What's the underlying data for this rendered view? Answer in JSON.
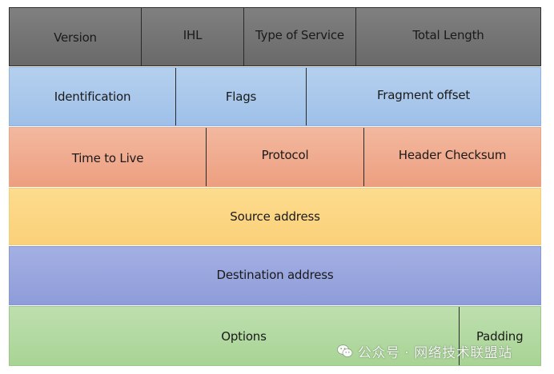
{
  "rows": [
    {
      "fields": [
        "Version",
        "IHL",
        "Type of Service",
        "Total Length"
      ],
      "color": "#7a7a7a"
    },
    {
      "fields": [
        "Identification",
        "Flags",
        "Fragment offset"
      ],
      "color": "#a8c6ea"
    },
    {
      "fields": [
        "Time to Live",
        "Protocol",
        "Header Checksum"
      ],
      "color": "#f0ab8e"
    },
    {
      "fields": [
        "Source address"
      ],
      "color": "#fbd683"
    },
    {
      "fields": [
        "Destination address"
      ],
      "color": "#99a6de"
    },
    {
      "fields": [
        "Options",
        "Padding"
      ],
      "color": "#b3d9a1"
    }
  ],
  "watermark": {
    "icon": "wechat-icon",
    "text": "公众号 · 网络技术联盟站"
  }
}
